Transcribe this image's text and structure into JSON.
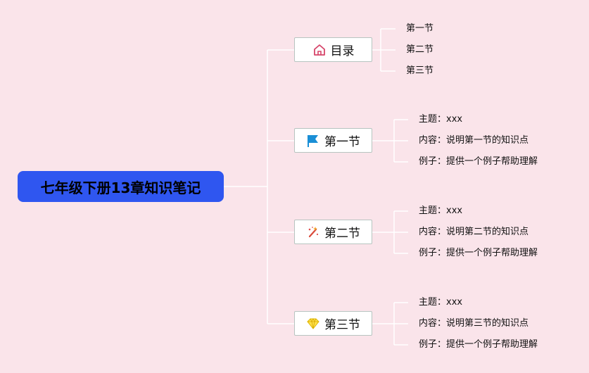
{
  "root": {
    "title": "七年级下册13章知识笔记"
  },
  "branches": [
    {
      "label": "目录",
      "icon": "home-icon",
      "children": [
        "第一节",
        "第二节",
        "第三节"
      ]
    },
    {
      "label": "第一节",
      "icon": "flag-icon",
      "children": [
        "主题：xxx",
        "内容：说明第一节的知识点",
        "例子：提供一个例子帮助理解"
      ]
    },
    {
      "label": "第二节",
      "icon": "magic-wand-icon",
      "children": [
        "主题：xxx",
        "内容：说明第二节的知识点",
        "例子：提供一个例子帮助理解"
      ]
    },
    {
      "label": "第三节",
      "icon": "diamond-icon",
      "children": [
        "主题：xxx",
        "内容：说明第三节的知识点",
        "例子：提供一个例子帮助理解"
      ]
    }
  ],
  "colors": {
    "background": "#fae4ea",
    "root_fill": "#2f56f0",
    "connector": "#ffffff",
    "node_border": "#b7c4c0"
  }
}
